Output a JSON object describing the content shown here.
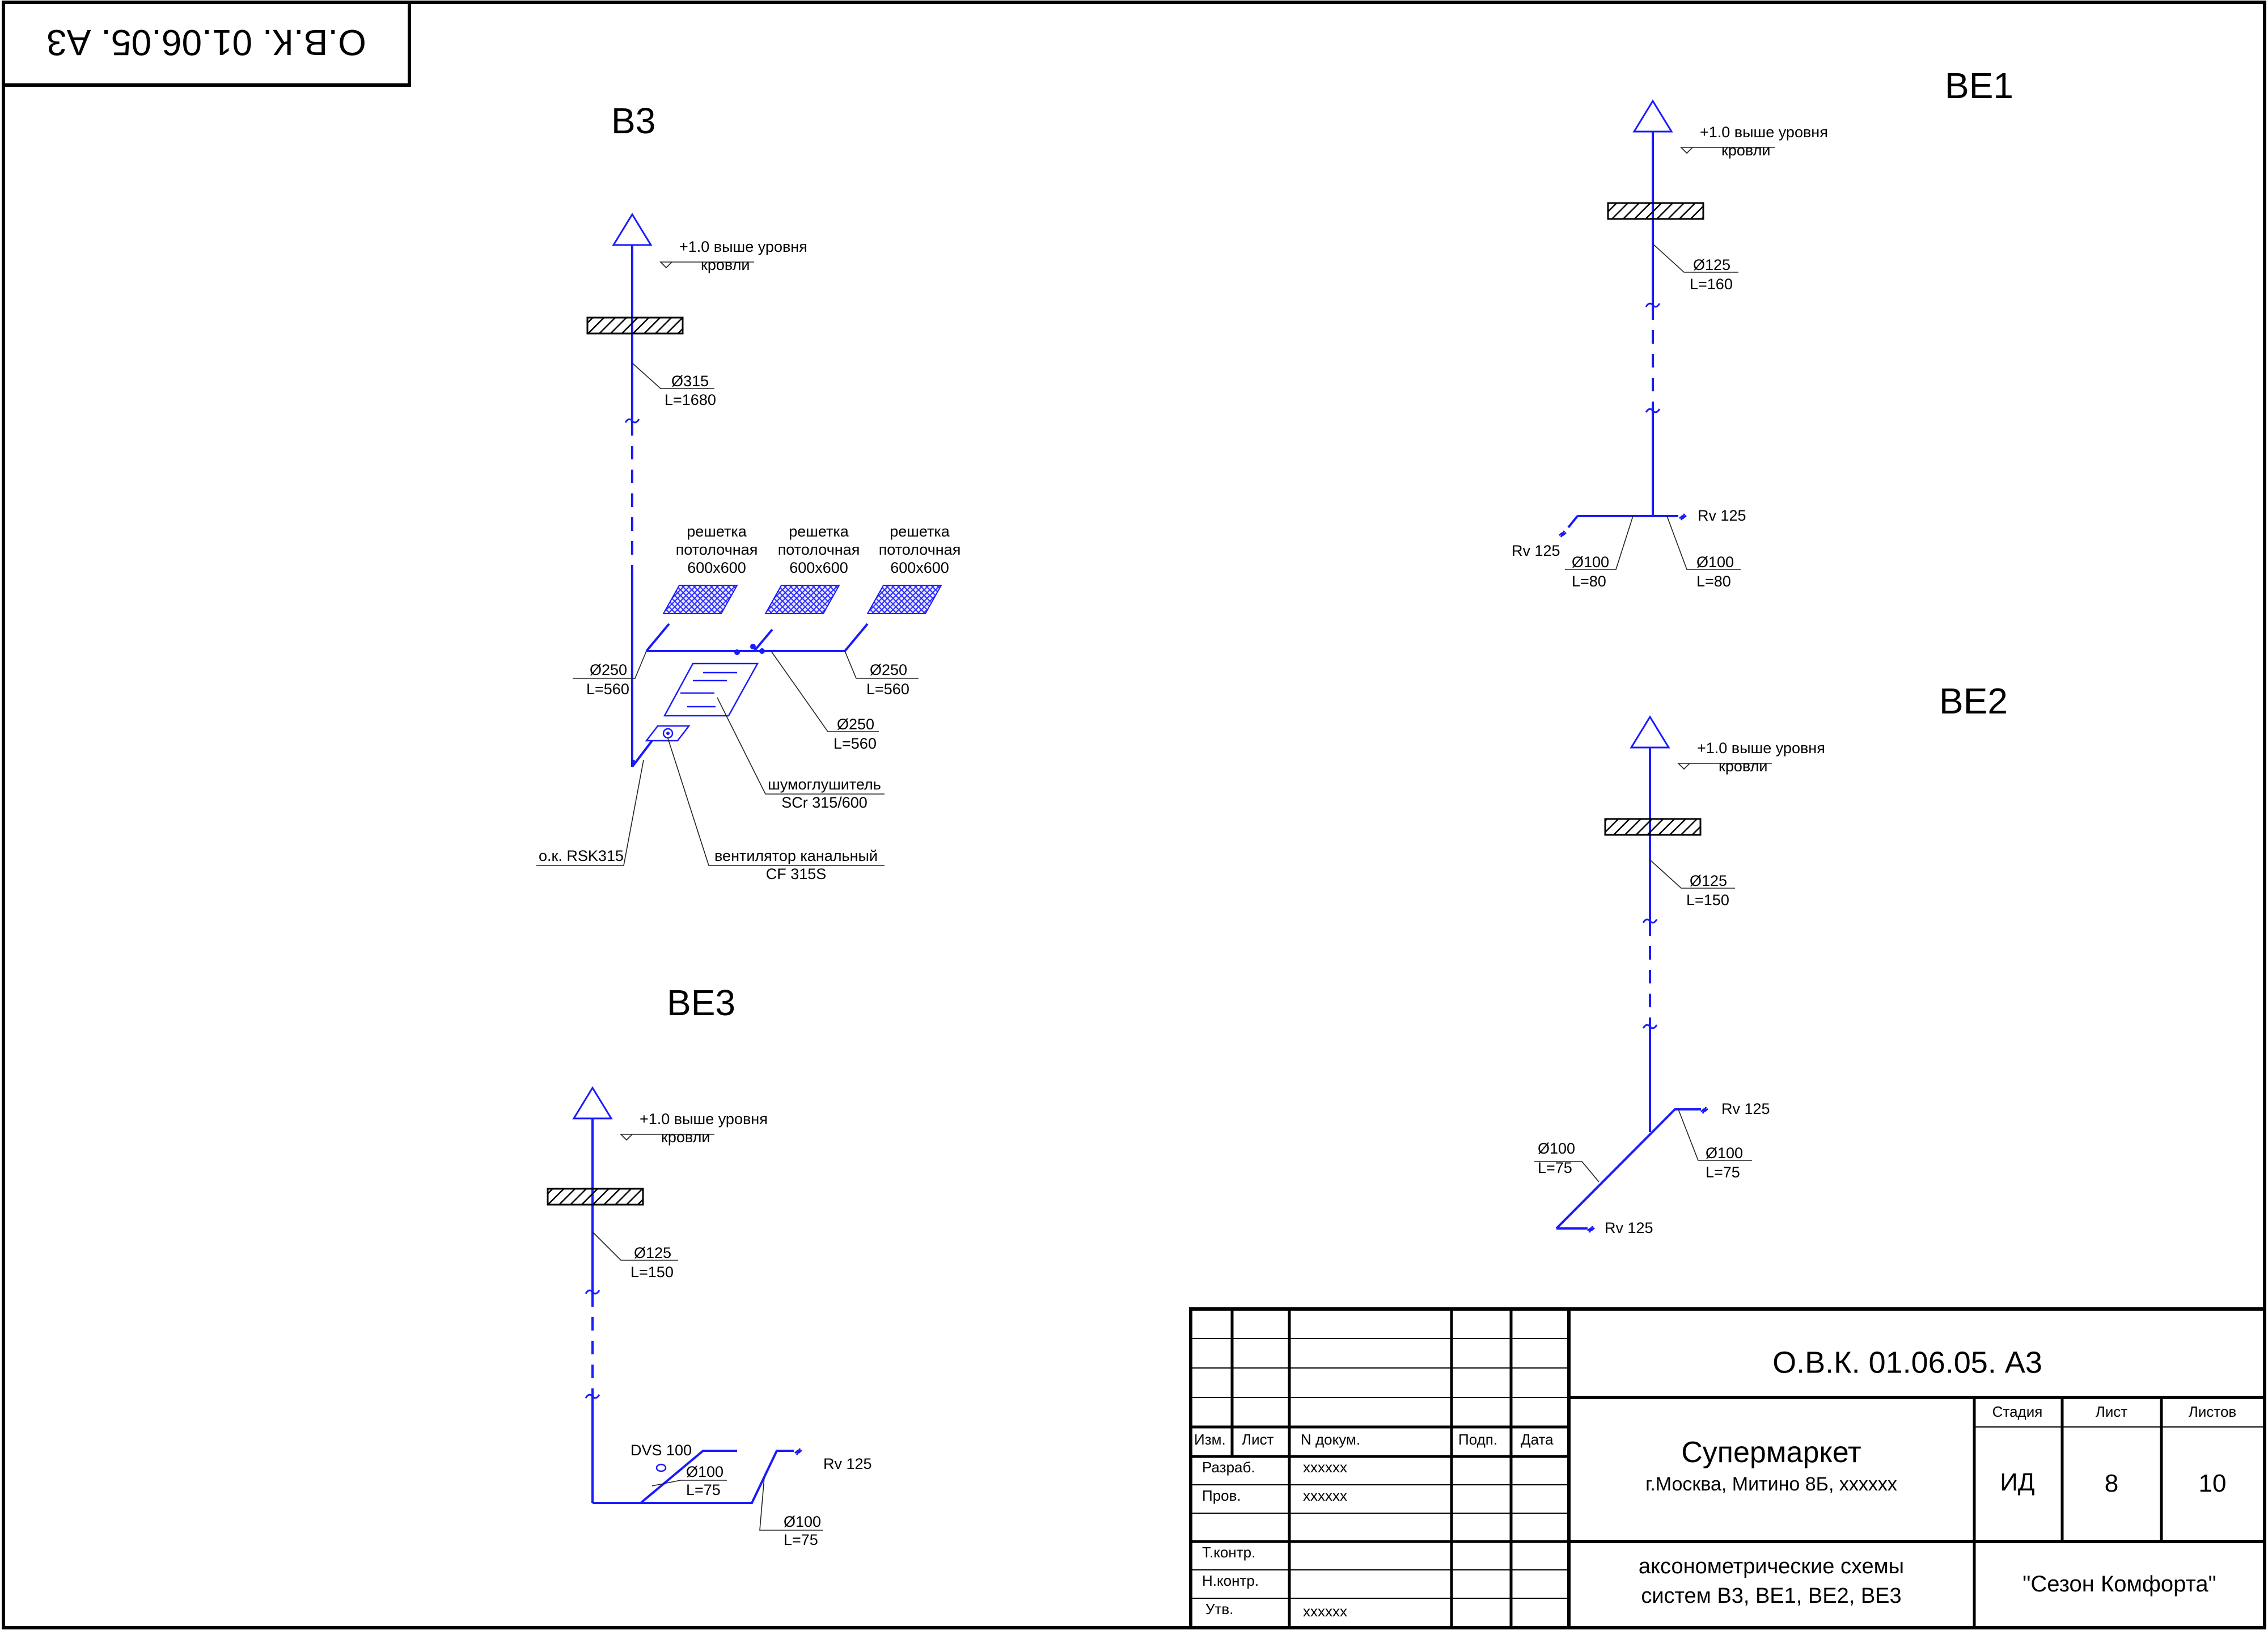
{
  "colors": {
    "duct": "#1a1aff",
    "frame": "#000000"
  },
  "stamp": {
    "code_rotated": "О.В.К. 01.06.05. А3"
  },
  "systems": {
    "v3": {
      "title": "В3",
      "level_note": [
        "+1.0 выше уровня",
        "кровли"
      ],
      "riser": {
        "d": "Ø315",
        "l": "L=1680"
      },
      "grilles": [
        {
          "lines": [
            "решетка",
            "потолочная",
            "600х600"
          ]
        },
        {
          "lines": [
            "решетка",
            "потолочная",
            "600х600"
          ]
        },
        {
          "lines": [
            "решетка",
            "потолочная",
            "600х600"
          ]
        }
      ],
      "branch_left": {
        "d": "Ø250",
        "l": "L=560"
      },
      "branch_right": {
        "d": "Ø250",
        "l": "L=560"
      },
      "branch_mid": {
        "d": "Ø250",
        "l": "L=560"
      },
      "silencer": {
        "line1": "шумоглушитель",
        "line2": "SCr 315/600"
      },
      "fan": {
        "line1": "вентилятор канальный",
        "line2": "CF 315S"
      },
      "valve": "о.к. RSK315"
    },
    "ve1": {
      "title": "ВЕ1",
      "level_note": [
        "+1.0 выше уровня",
        "кровли"
      ],
      "riser": {
        "d": "Ø125",
        "l": "L=160"
      },
      "left": {
        "d": "Ø100",
        "l": "L=80",
        "rv": "Rv 125"
      },
      "right": {
        "d": "Ø100",
        "l": "L=80",
        "rv": "Rv 125"
      }
    },
    "ve2": {
      "title": "ВЕ2",
      "level_note": [
        "+1.0 выше уровня",
        "кровли"
      ],
      "riser": {
        "d": "Ø125",
        "l": "L=150"
      },
      "left": {
        "d": "Ø100",
        "l": "L=75",
        "rv": "Rv 125"
      },
      "right": {
        "d": "Ø100",
        "l": "L=75",
        "rv": "Rv 125"
      }
    },
    "ve3": {
      "title": "ВЕ3",
      "level_note": [
        "+1.0 выше уровня",
        "кровли"
      ],
      "riser": {
        "d": "Ø125",
        "l": "L=150"
      },
      "dvs": "DVS 100",
      "branch1": {
        "d": "Ø100",
        "l": "L=75"
      },
      "branch2": {
        "d": "Ø100",
        "l": "L=75"
      },
      "rv": "Rv 125"
    }
  },
  "titleblock": {
    "code": "О.В.К. 01.06.05. А3",
    "headers": {
      "izm": "Изм.",
      "list": "Лист",
      "ndoc": "N докум.",
      "podp": "Подп.",
      "data": "Дата"
    },
    "roles": [
      {
        "role": "Разраб.",
        "name": "хххххх"
      },
      {
        "role": "Пров.",
        "name": "хххххх"
      },
      {
        "role": "",
        "name": ""
      },
      {
        "role": "Т.контр.",
        "name": ""
      },
      {
        "role": "Н.контр.",
        "name": ""
      },
      {
        "role": "Утв.",
        "name": "хххххх"
      }
    ],
    "project": {
      "name": "Супермаркет",
      "address": "г.Москва, Митино 8Б, хххххх"
    },
    "drawing": {
      "line1": "аксонометрические схемы",
      "line2": "систем В3, ВЕ1, ВЕ2, ВЕ3"
    },
    "stage": {
      "label": "Стадия",
      "value": "ИД"
    },
    "sheet": {
      "label": "Лист",
      "value": "8"
    },
    "sheets": {
      "label": "Листов",
      "value": "10"
    },
    "company": "\"Сезон Комфорта\""
  }
}
